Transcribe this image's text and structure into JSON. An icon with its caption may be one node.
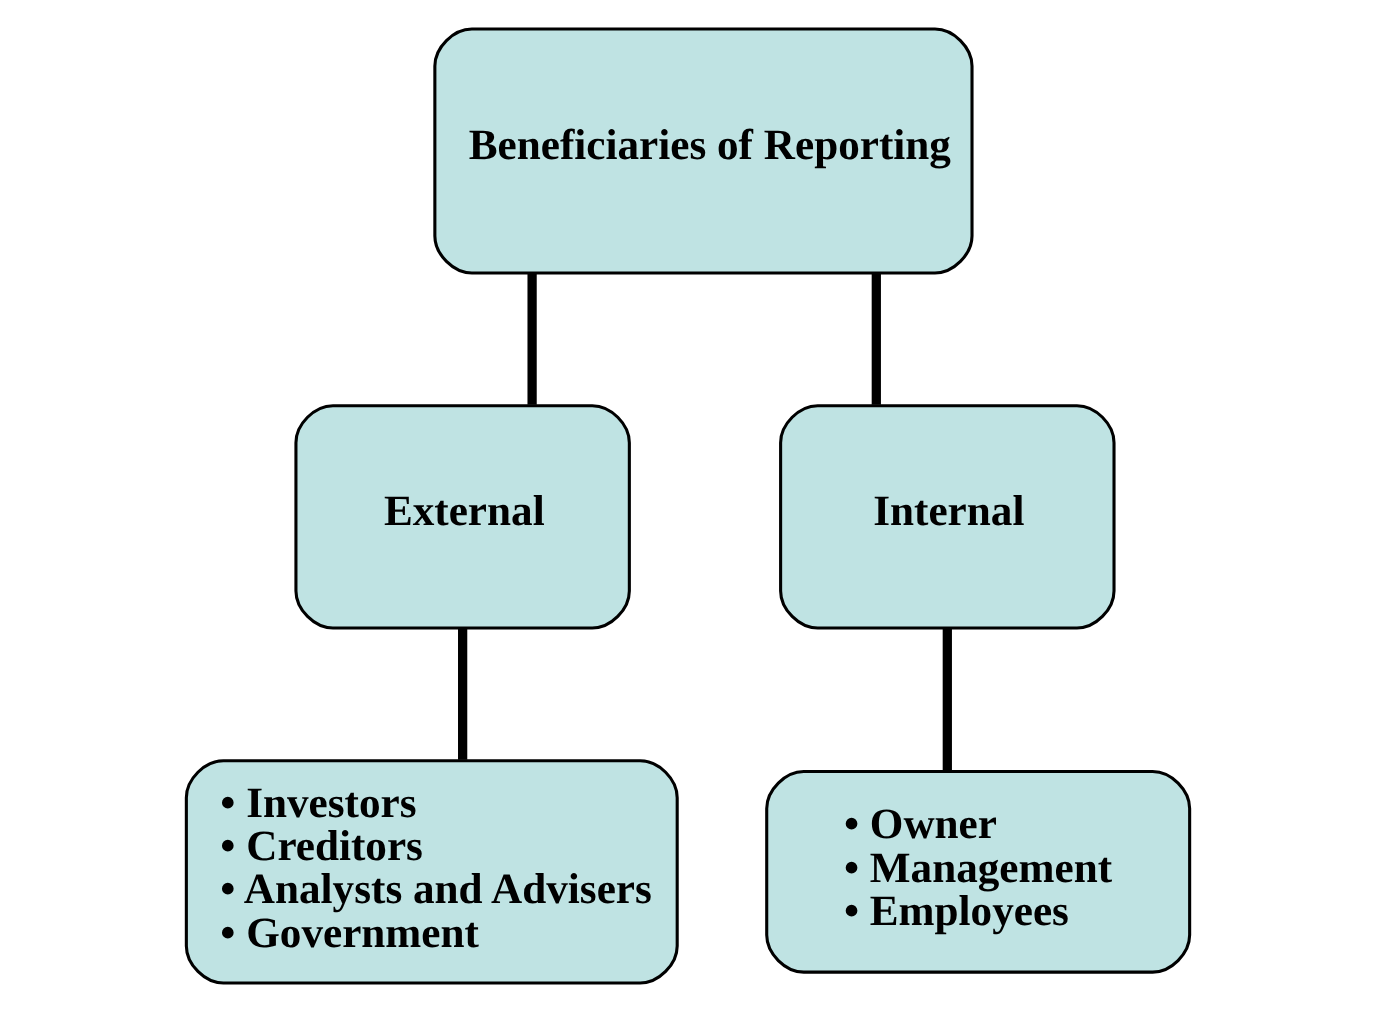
{
  "diagram": {
    "nodes": [
      {
        "text": [
          "Beneficiaries of Reporting"
        ]
      },
      {
        "text": [
          "External"
        ]
      },
      {
        "text": [
          "Internal"
        ]
      },
      {
        "text": [
          "• Investors",
          "• Creditors",
          "• Analysts and Advisers",
          "• Government"
        ]
      },
      {
        "text": [
          "• Owner",
          "• Management",
          "• Employees"
        ]
      }
    ],
    "edges": [
      {
        "from": 0,
        "to": 1,
        "arrow": "none"
      },
      {
        "from": 0,
        "to": 2,
        "arrow": "none"
      },
      {
        "from": 1,
        "to": 3,
        "arrow": "none"
      },
      {
        "from": 2,
        "to": 4,
        "arrow": "none"
      }
    ]
  }
}
